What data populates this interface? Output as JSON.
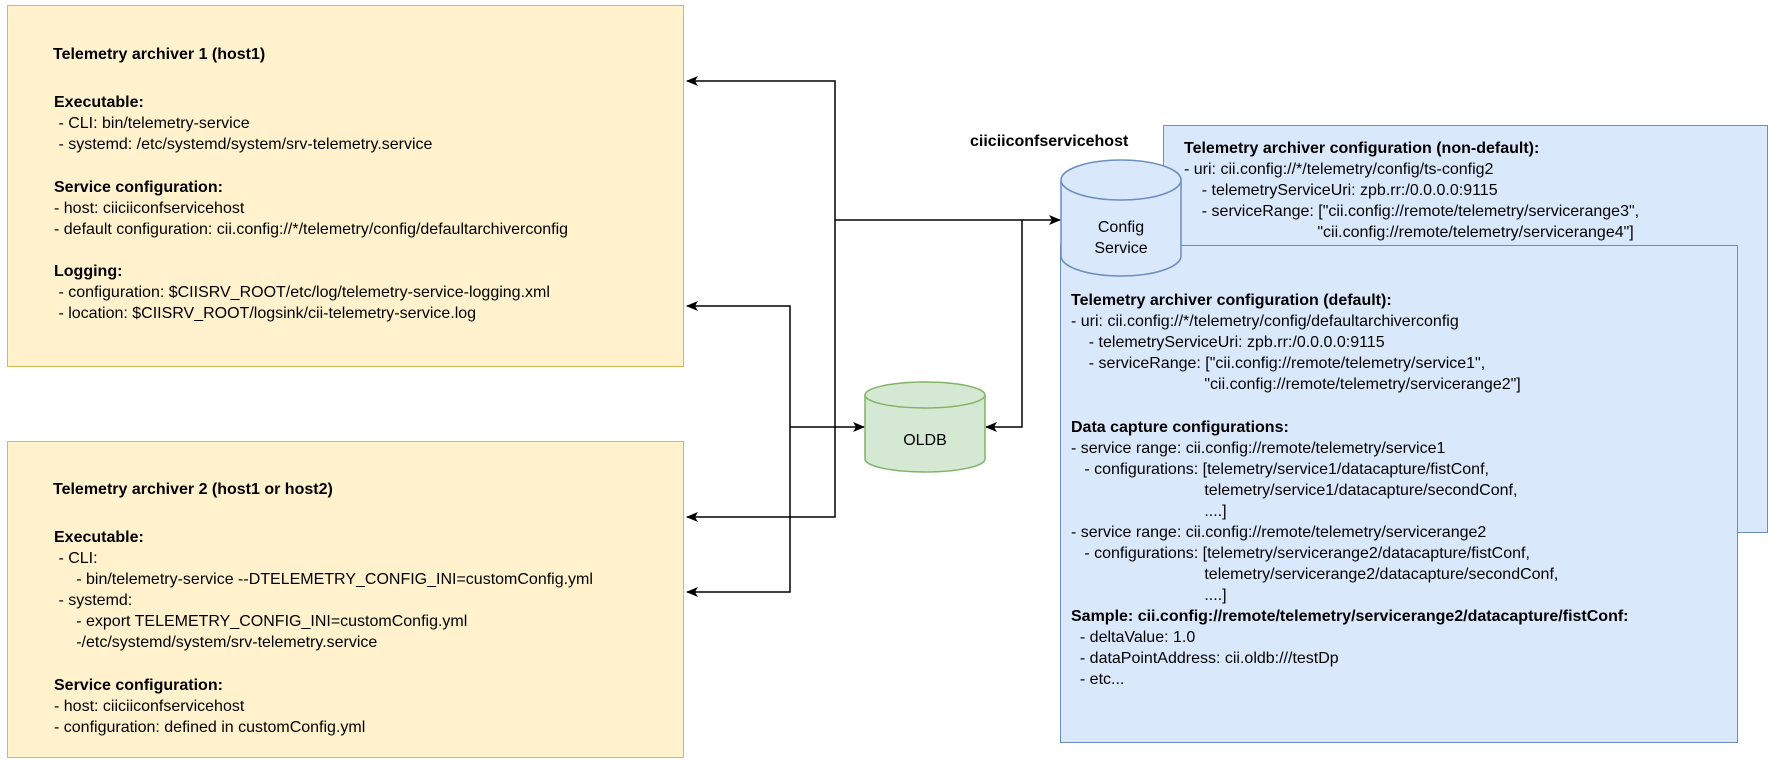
{
  "archiver1": {
    "title": "Telemetry archiver 1 (host1)",
    "exec_header": "Executable:",
    "exec_cli": " - CLI: bin/telemetry-service",
    "exec_systemd": " - systemd: /etc/systemd/system/srv-telemetry.service",
    "svc_header": "Service configuration:",
    "svc_host": "- host: ciiciiconfservicehost",
    "svc_default": "- default configuration: cii.config://*/telemetry/config/defaultarchiverconfig",
    "log_header": "Logging:",
    "log_config": " - configuration: $CIISRV_ROOT/etc/log/telemetry-service-logging.xml",
    "log_location": " - location: $CIISRV_ROOT/logsink/cii-telemetry-service.log"
  },
  "archiver2": {
    "title": "Telemetry archiver 2 (host1 or host2)",
    "exec_header": "Executable:",
    "exec_cli": " - CLI:",
    "exec_cli_cmd": "     - bin/telemetry-service --DTELEMETRY_CONFIG_INI=customConfig.yml",
    "exec_systemd": " - systemd:",
    "exec_systemd_export": "     - export TELEMETRY_CONFIG_INI=customConfig.yml",
    "exec_systemd_path": "     -/etc/systemd/system/srv-telemetry.service",
    "svc_header": "Service configuration:",
    "svc_host": "- host: ciiciiconfservicehost",
    "svc_config": "- configuration: defined in customConfig.yml"
  },
  "oldb": {
    "label": "OLDB"
  },
  "config_service": {
    "host_label": "ciiciiconfservicehost",
    "label_line1": "Config",
    "label_line2": "Service"
  },
  "nondefault": {
    "title": "Telemetry archiver configuration (non-default):",
    "uri": "- uri: cii.config://*/telemetry/config/ts-config2",
    "service_uri": "    - telemetryServiceUri: zpb.rr:/0.0.0.0:9115",
    "range1": "    - serviceRange: [\"cii.config://remote/telemetry/servicerange3\",",
    "range2": "                              \"cii.config://remote/telemetry/servicerange4\"]"
  },
  "default": {
    "title": "Telemetry archiver configuration (default):",
    "uri": "- uri: cii.config://*/telemetry/config/defaultarchiverconfig",
    "service_uri": "    - telemetryServiceUri: zpb.rr:/0.0.0.0:9115",
    "range1": "    - serviceRange: [\"cii.config://remote/telemetry/service1\",",
    "range2": "                              \"cii.config://remote/telemetry/servicerange2\"]",
    "dc_header": "Data capture configurations:",
    "dc1_range": "- service range: cii.config://remote/telemetry/service1",
    "dc1_conf1": "   - configurations: [telemetry/service1/datacapture/fistConf,",
    "dc1_conf2": "                              telemetry/service1/datacapture/secondConf,",
    "dc1_conf3": "                              ....]",
    "dc2_range": "- service range: cii.config://remote/telemetry/servicerange2",
    "dc2_conf1": "   - configurations: [telemetry/servicerange2/datacapture/fistConf,",
    "dc2_conf2": "                              telemetry/servicerange2/datacapture/secondConf,",
    "dc2_conf3": "                              ....]",
    "sample_header": "Sample: cii.config://remote/telemetry/servicerange2/datacapture/fistConf:",
    "sample_delta": "  - deltaValue: 1.0",
    "sample_address": "  - dataPointAddress: cii.oldb:///testDp",
    "sample_etc": "  - etc..."
  },
  "colors": {
    "yellow_fill": "#fff2cc",
    "yellow_stroke": "#d6b656",
    "blue_fill": "#dae8fc",
    "blue_stroke": "#6c8ebf",
    "green_fill": "#d5e8d4",
    "green_stroke": "#82b366"
  }
}
